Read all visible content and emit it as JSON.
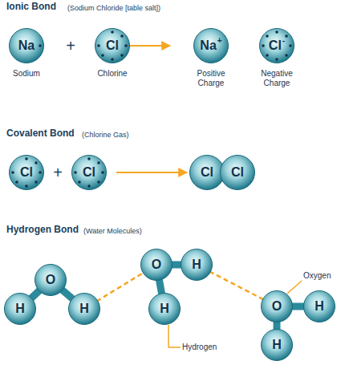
{
  "diagram": {
    "nodes": [
      {
        "text": [
          "Na"
        ]
      },
      {
        "text": [
          "Cl"
        ]
      },
      {
        "text": [
          "Na",
          "+"
        ]
      },
      {
        "text": [
          "Cl",
          "-"
        ]
      },
      {
        "text": [
          "Cl"
        ]
      },
      {
        "text": [
          "Cl"
        ]
      },
      {
        "text": [
          "Cl"
        ]
      },
      {
        "text": [
          "Cl"
        ]
      },
      {
        "text": [
          "O"
        ]
      },
      {
        "text": [
          "H"
        ]
      },
      {
        "text": [
          "H"
        ]
      },
      {
        "text": [
          "O"
        ]
      },
      {
        "text": [
          "H"
        ]
      },
      {
        "text": [
          "H"
        ]
      },
      {
        "text": [
          "O"
        ]
      },
      {
        "text": [
          "H"
        ]
      },
      {
        "text": [
          "H"
        ]
      }
    ],
    "edges": [
      {
        "from": 8,
        "to": 9,
        "arrow": "none"
      },
      {
        "from": 8,
        "to": 10,
        "arrow": "none"
      },
      {
        "from": 10,
        "to": 11,
        "arrow": "none"
      },
      {
        "from": 11,
        "to": 12,
        "arrow": "none"
      },
      {
        "from": 11,
        "to": 13,
        "arrow": "none"
      },
      {
        "from": 12,
        "to": 14,
        "arrow": "none"
      },
      {
        "from": 14,
        "to": 15,
        "arrow": "none"
      },
      {
        "from": 14,
        "to": 16,
        "arrow": "none"
      }
    ],
    "labels": [
      "Ionic Bond",
      "(Sodium Chloride [table salt])",
      "+",
      "Sodium",
      "Chlorine",
      "Positive Charge",
      "Negative Charge",
      "Covalent Bond",
      "(Chlorine Gas)",
      "+",
      "Hydrogen Bond",
      "(Water Molecules)",
      "Oxygen",
      "Hydrogen"
    ]
  }
}
